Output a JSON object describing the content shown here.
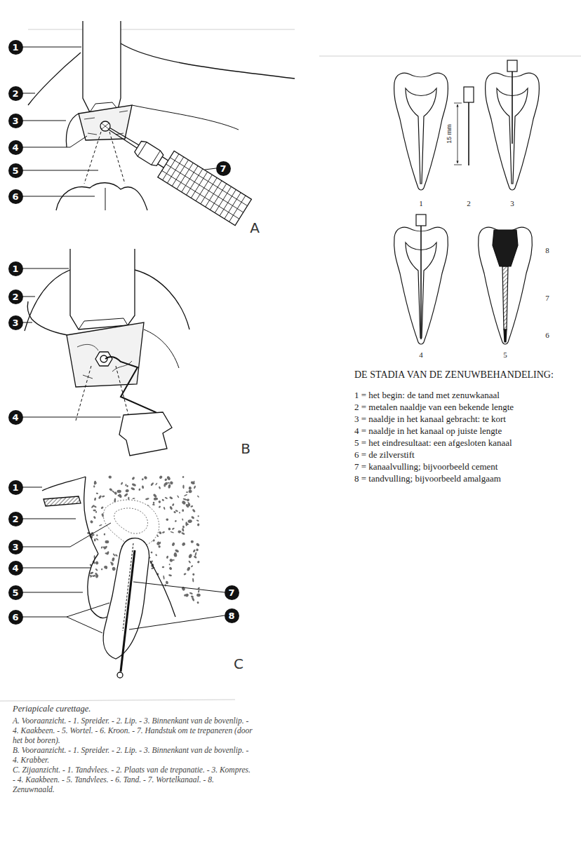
{
  "diagram": {
    "caption": "Periapicale curettage.",
    "nodes": [
      {
        "text": [
          "1"
        ]
      },
      {
        "text": [
          "2"
        ]
      },
      {
        "text": [
          "3"
        ]
      },
      {
        "text": [
          "4"
        ]
      },
      {
        "text": [
          "5"
        ]
      },
      {
        "text": [
          "6"
        ]
      },
      {
        "text": [
          "7"
        ]
      },
      {
        "text": [
          "1"
        ]
      },
      {
        "text": [
          "2"
        ]
      },
      {
        "text": [
          "3"
        ]
      },
      {
        "text": [
          "4"
        ]
      },
      {
        "text": [
          "1"
        ]
      },
      {
        "text": [
          "2"
        ]
      },
      {
        "text": [
          "3"
        ]
      },
      {
        "text": [
          "4"
        ]
      },
      {
        "text": [
          "5"
        ]
      },
      {
        "text": [
          "6"
        ]
      },
      {
        "text": [
          "7"
        ]
      },
      {
        "text": [
          "8"
        ]
      }
    ],
    "labels": [
      "A",
      "B",
      "C",
      "1",
      "2",
      "3",
      "15 mm",
      "4",
      "5",
      "8",
      "7",
      "6",
      "DE STADIA VAN DE ZENUWBEHANDELING:",
      "1 = het begin: de tand met zenuwkanaal",
      "2 = metalen naaldje van een bekende lengte",
      "3 = naaldje in het kanaal gebracht: te kort",
      "4 = naaldje in het kanaal op juiste lengte",
      "5 = het eindresultaat: een afgesloten kanaal",
      "6 = de zilverstift",
      "7 = kanaalvulling; bijvoorbeeld cement",
      "8 = tandvulling; bijvoorbeeld amalgaam",
      "A. Vooraanzicht. - 1. Spreider. - 2. Lip. - 3. Binnenkant van de bovenlip. - 4. Kaakbeen. - 5. Wortel. - 6. Kroon. - 7. Handstuk om te trepaneren (door het bot boren).",
      "B. Vooraanzicht. - 1. Spreider. - 2. Lip. - 3. Binnenkant van de bovenlip. - 4. Krabber.",
      "C. Zijaanzicht. - 1. Tandvlees. - 2. Plaats van de trepanatie. - 3. Kompres. - 4. Kaakbeen. - 5. Tandvlees. - 6. Tand. - 7. Wortelkanaal. - 8. Zenuwnaald."
    ]
  }
}
